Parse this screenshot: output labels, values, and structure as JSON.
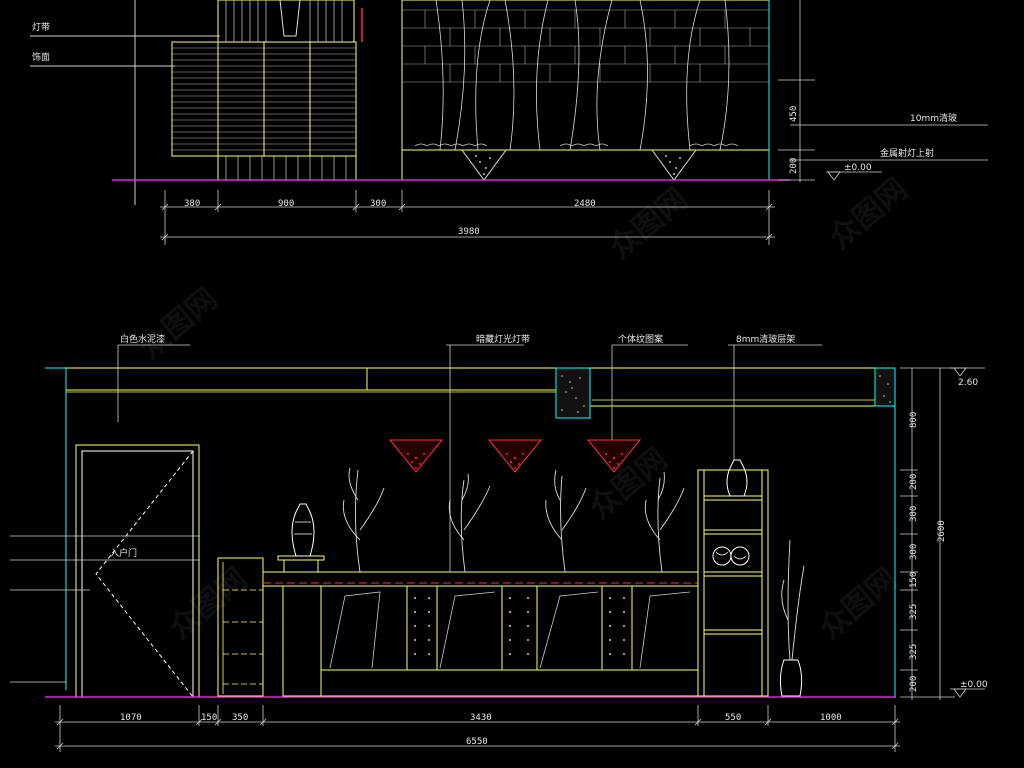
{
  "top_elevation": {
    "labels": {
      "light_strip": "灯带",
      "finish": "饰面",
      "glass": "10mm清玻",
      "spotlight": "金属射灯上射",
      "level": "±0.00"
    },
    "dims_bottom": [
      "380",
      "900",
      "300",
      "2480"
    ],
    "dim_total": "3980",
    "dims_right": [
      "450",
      "200"
    ]
  },
  "bottom_elevation": {
    "labels": {
      "ceiling_paint": "白色水泥漆",
      "hidden_light": "暗藏灯光灯带",
      "pattern": "个体纹图案",
      "glass_shelf": "8mm清玻层架",
      "door": "入户门",
      "level_top": "2.60",
      "level_bottom": "±0.00"
    },
    "dims_bottom": [
      "1070",
      "150",
      "350",
      "3430",
      "550",
      "1000"
    ],
    "dim_total": "6550",
    "dims_right": [
      "800",
      "200",
      "300",
      "300",
      "150",
      "325",
      "325",
      "200"
    ],
    "dim_right_total": "2600"
  },
  "colors": {
    "background": "#000000",
    "outline": "#ffff66",
    "cyan": "#00ffff",
    "magenta": "#ff00ff",
    "red": "#ff2020",
    "white": "#ffffff"
  },
  "watermark": "众图网"
}
